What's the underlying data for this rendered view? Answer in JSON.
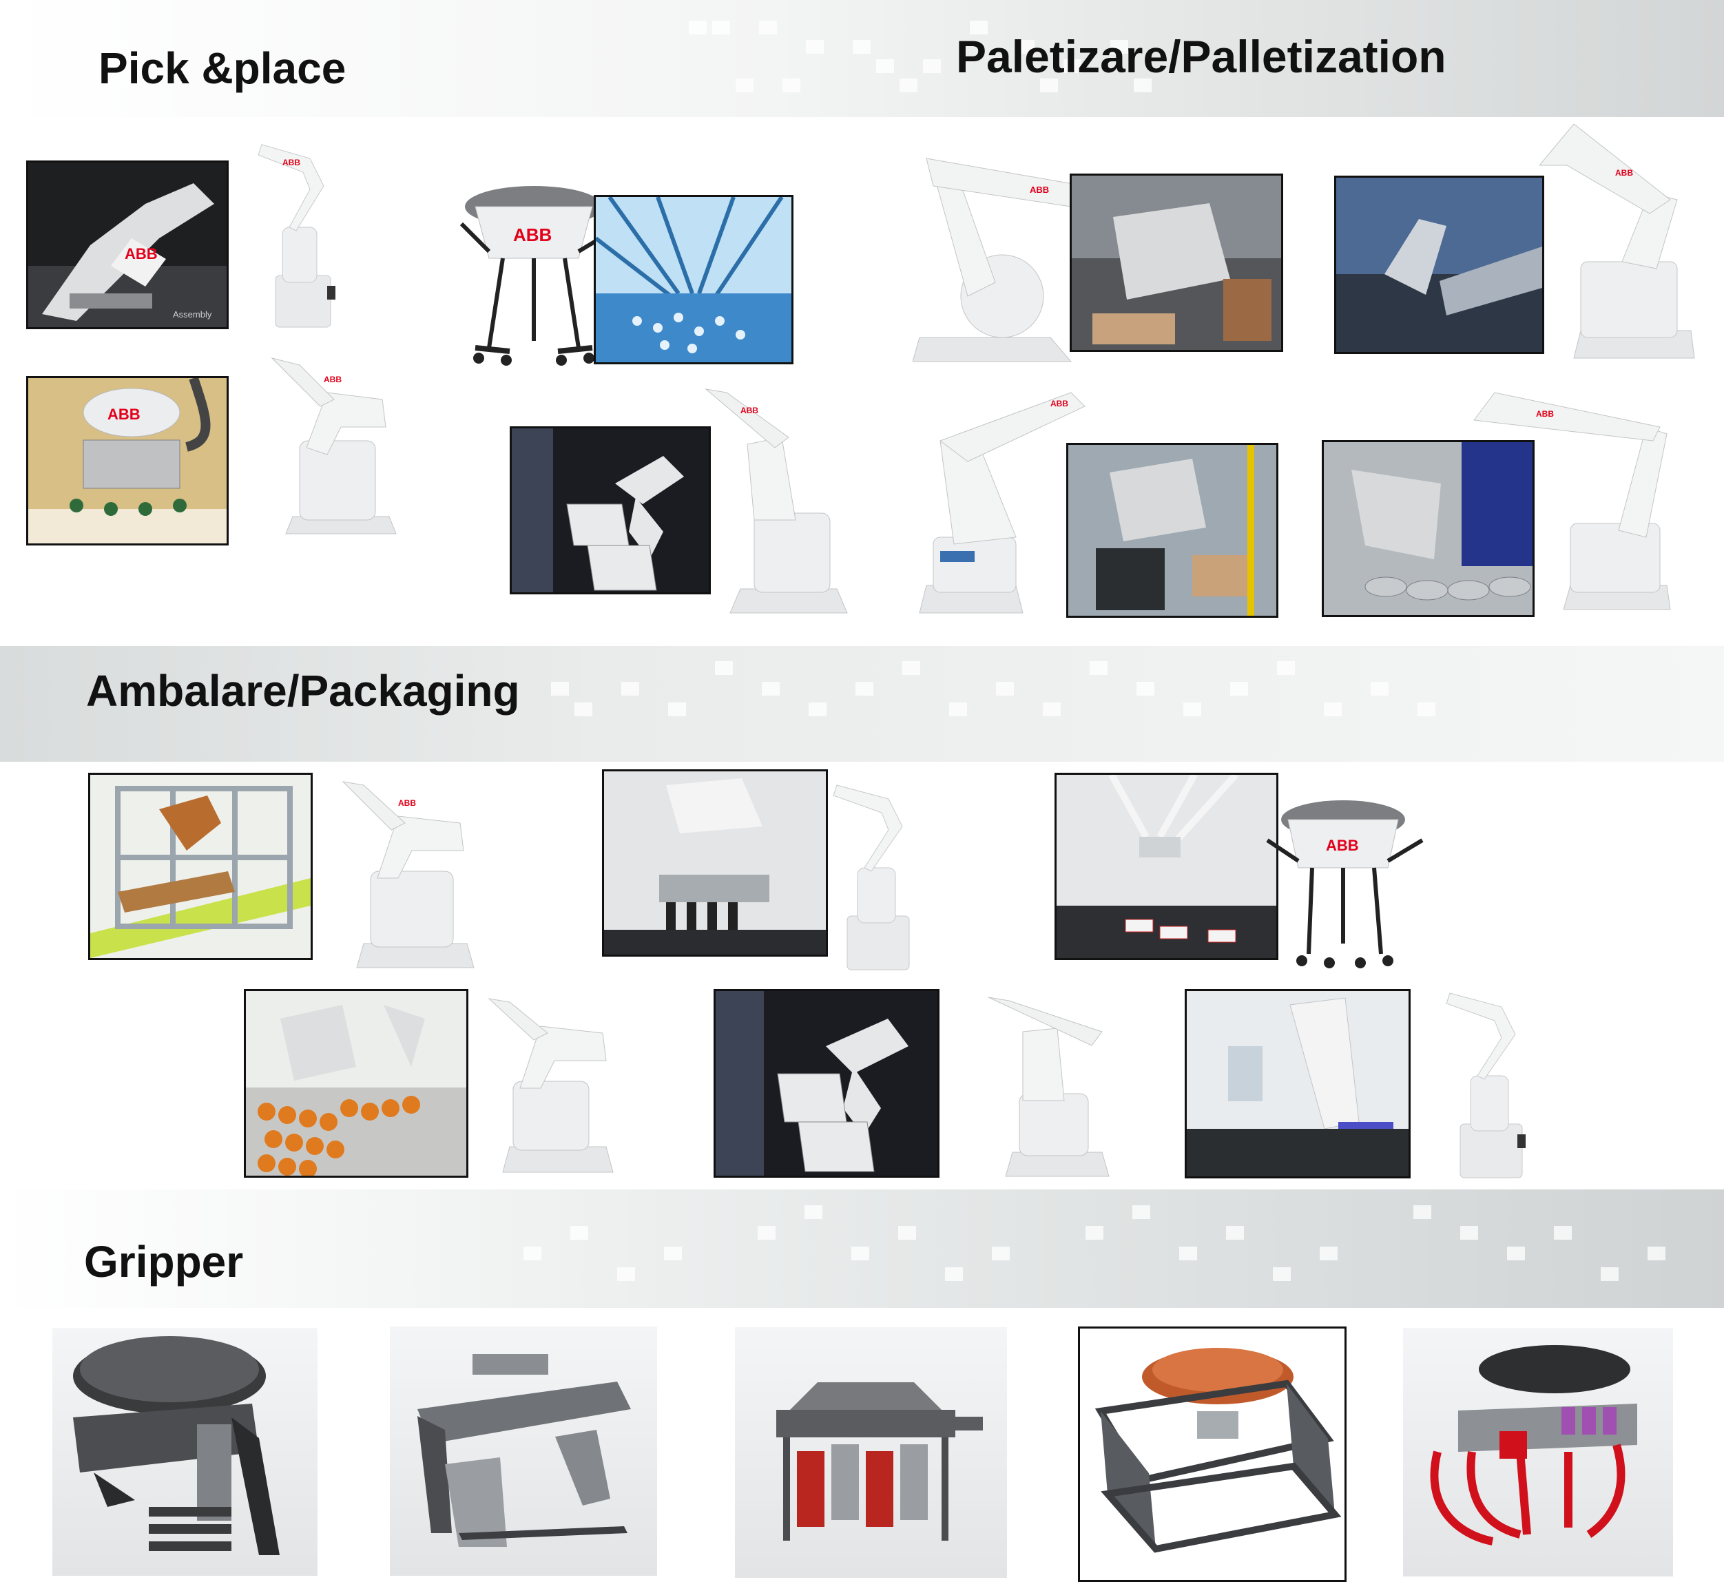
{
  "sections": {
    "pick_place": {
      "title": "Pick &place"
    },
    "palletization": {
      "title": "Paletizare/Palletization"
    },
    "packaging": {
      "title": "Ambalare/Packaging"
    },
    "gripper": {
      "title": "Gripper"
    }
  },
  "brand": {
    "logo_text": "ABB",
    "color": "#e2001a"
  },
  "photo_caption": "Assembly"
}
